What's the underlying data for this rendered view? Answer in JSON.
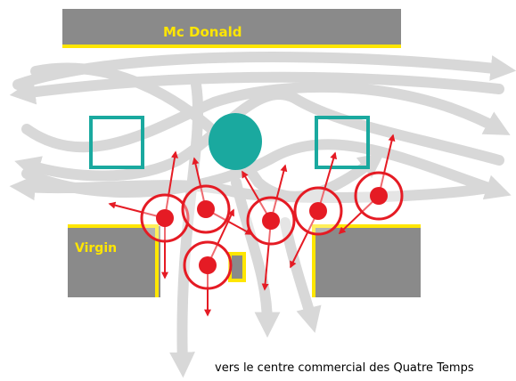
{
  "labels": {
    "top_building": "Mc Donald",
    "left_building": "Virgin",
    "caption": "vers le centre commercial des Quatre Temps"
  },
  "colors": {
    "building": "#8a8a8a",
    "building_edge": "#ffe600",
    "label_text": "#ffe600",
    "flow_arrows": "#d8d8d8",
    "person": "#e51b24",
    "obstacle": "#1aa99f",
    "caption_text": "#000000"
  },
  "icons": {
    "person": "person-circle-icon",
    "direction": "red-arrow-icon",
    "obstacle_round": "teal-circle-icon",
    "obstacle_square": "teal-square-icon"
  }
}
